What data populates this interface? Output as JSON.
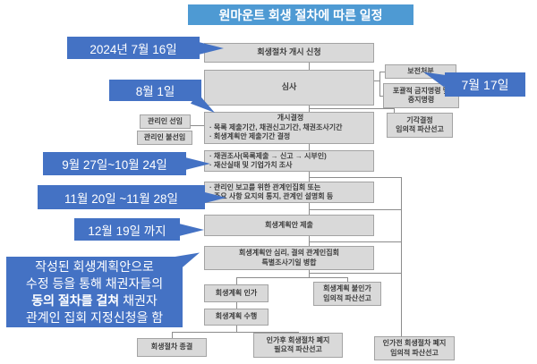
{
  "title": "원마운트 회생 절차에 따른 일정",
  "callouts": {
    "c1": "2024년 7월 16일",
    "c2": "8월 1일",
    "c3": "7월 17일",
    "c4": "9월 27일~10월 24일",
    "c5": "11월 20일 ~11월 28일",
    "c6": "12월 19일 까지"
  },
  "note": {
    "line1": "작성된 회생계획안으로",
    "line2": "수정 등을 통해 채권자들의",
    "line3_bold": "동의 절차를 걸쳐",
    "line3_rest": " 채권자",
    "line4": "관계인 집회 지정신청을 함"
  },
  "boxes": {
    "apply": "회생절차 개시 신청",
    "review": "심사",
    "preservation": "보전처분",
    "prohibition1": "포괄적 금지명령 및",
    "prohibition2": "중지명령",
    "custodian_appoint": "관리인 선임",
    "custodian_none": "관리인 불선임",
    "commence_title": "개시결정",
    "commence_b1": "· 목록 제출기간, 채권신고기간, 채권조사기간",
    "commence_b2": "· 회생계획안 제출기간 결정",
    "reject1": "기각결정",
    "reject2": "임의적 파산선고",
    "claims_b1": "· 채권조사(목록제출 → 신고 → 시부인)",
    "claims_b2": "· 재산실태 및 기업가치 조사",
    "meeting_b1": "· 관리인 보고를 위한 관계인집회 또는",
    "meeting_b2": "· 주요 사항 요지의 통지, 관계인 설명회 등",
    "plan_submit": "회생계획안 제출",
    "plan_review1": "회생계획안 심리, 결의 관계인집회",
    "plan_review2": "특별조사기일 병합",
    "approve": "회생계획 인가",
    "disapprove1": "회생계획 불인가",
    "disapprove2": "임의적 파산선고",
    "execute": "회생계획 수행",
    "conclude": "회생절차 종결",
    "post_abolish1": "인가후 회생절차 폐지",
    "post_abolish2": "필요적 파산선고",
    "pre_abolish1": "인가전 회생절차 폐지",
    "pre_abolish2": "임의적 파산선고"
  },
  "colors": {
    "title_blue": "#4e9ad3",
    "callout_blue": "#4472c4",
    "box_gray": "#d9d9d9",
    "line_gray": "#8c8c8c"
  }
}
